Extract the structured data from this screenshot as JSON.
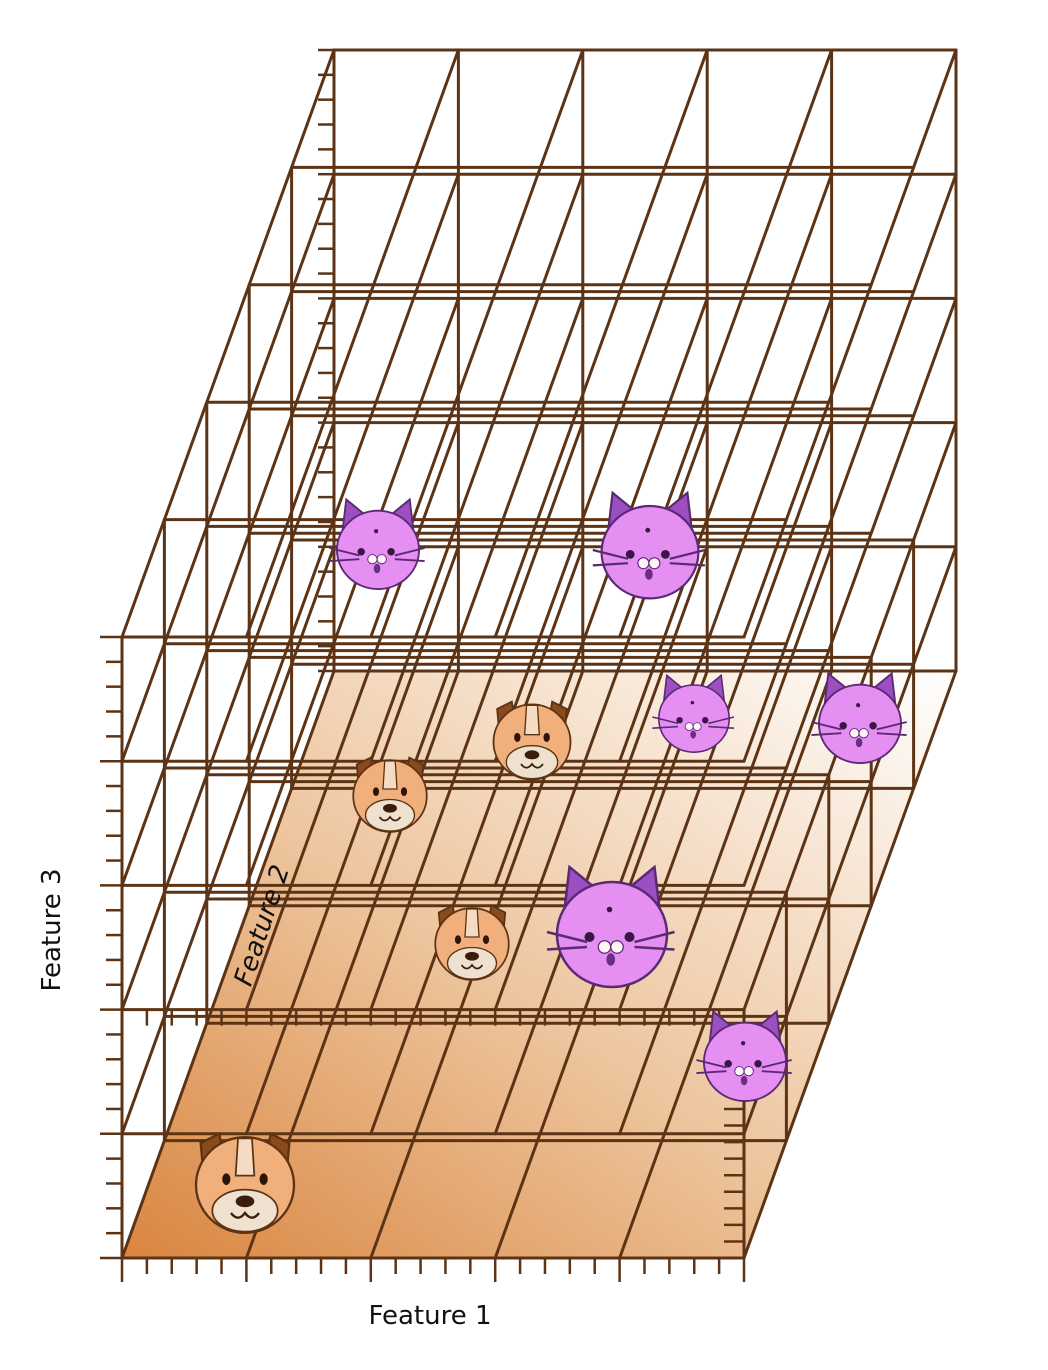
{
  "axes": {
    "x_label": "Feature 1",
    "y_label": "Feature 2",
    "z_label": "Feature 3"
  },
  "colors": {
    "grid": "#5c3415",
    "dog_dark": "#8a4a1b",
    "dog_face": "#f1b07b",
    "dog_muzzle": "#efe1cf",
    "cat_face": "#e58ff2",
    "cat_ear": "#9b4fc1",
    "cat_outline": "#5a2a72"
  },
  "animals": [
    {
      "kind": "dog",
      "name": "dog-large-front"
    },
    {
      "kind": "dog",
      "name": "dog-middle-left"
    },
    {
      "kind": "dog",
      "name": "dog-back-left"
    },
    {
      "kind": "dog",
      "name": "dog-back-center"
    },
    {
      "kind": "cat",
      "name": "cat-center-large"
    },
    {
      "kind": "cat",
      "name": "cat-front-right"
    },
    {
      "kind": "cat",
      "name": "cat-back-right"
    },
    {
      "kind": "cat",
      "name": "cat-back-edge"
    },
    {
      "kind": "cat",
      "name": "cat-top-left"
    },
    {
      "kind": "cat",
      "name": "cat-top-center"
    }
  ]
}
